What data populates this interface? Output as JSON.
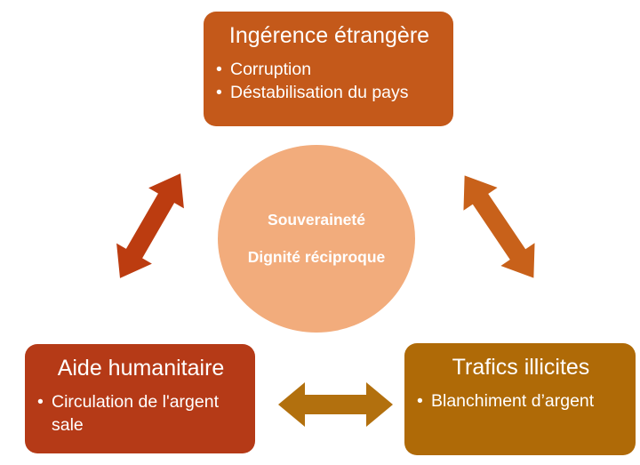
{
  "ui": {
    "bullet_glyph": "•",
    "background_color": "#FFFFFF",
    "text_color": "#FFFFFF"
  },
  "center_circle": {
    "line1": "Souveraineté",
    "line2": "Dignité réciproque",
    "color": "#F2AC7C"
  },
  "nodes": {
    "top": {
      "title": "Ingérence étrangère",
      "bullets": [
        "Corruption",
        "Déstabilisation du pays"
      ],
      "color": "#C4591A"
    },
    "bottom_left": {
      "title": "Aide humanitaire",
      "bullets": [
        "Circulation de l'argent sale"
      ],
      "color": "#B53A17"
    },
    "bottom_right": {
      "title": "Trafics illicites",
      "bullets": [
        "Blanchiment d’argent"
      ],
      "color": "#AF6A07"
    }
  },
  "arrows": {
    "left_diagonal": {
      "color": "#BC3C10"
    },
    "right_diagonal": {
      "color": "#C8611A"
    },
    "bottom_horizontal": {
      "color": "#B2700E"
    }
  }
}
